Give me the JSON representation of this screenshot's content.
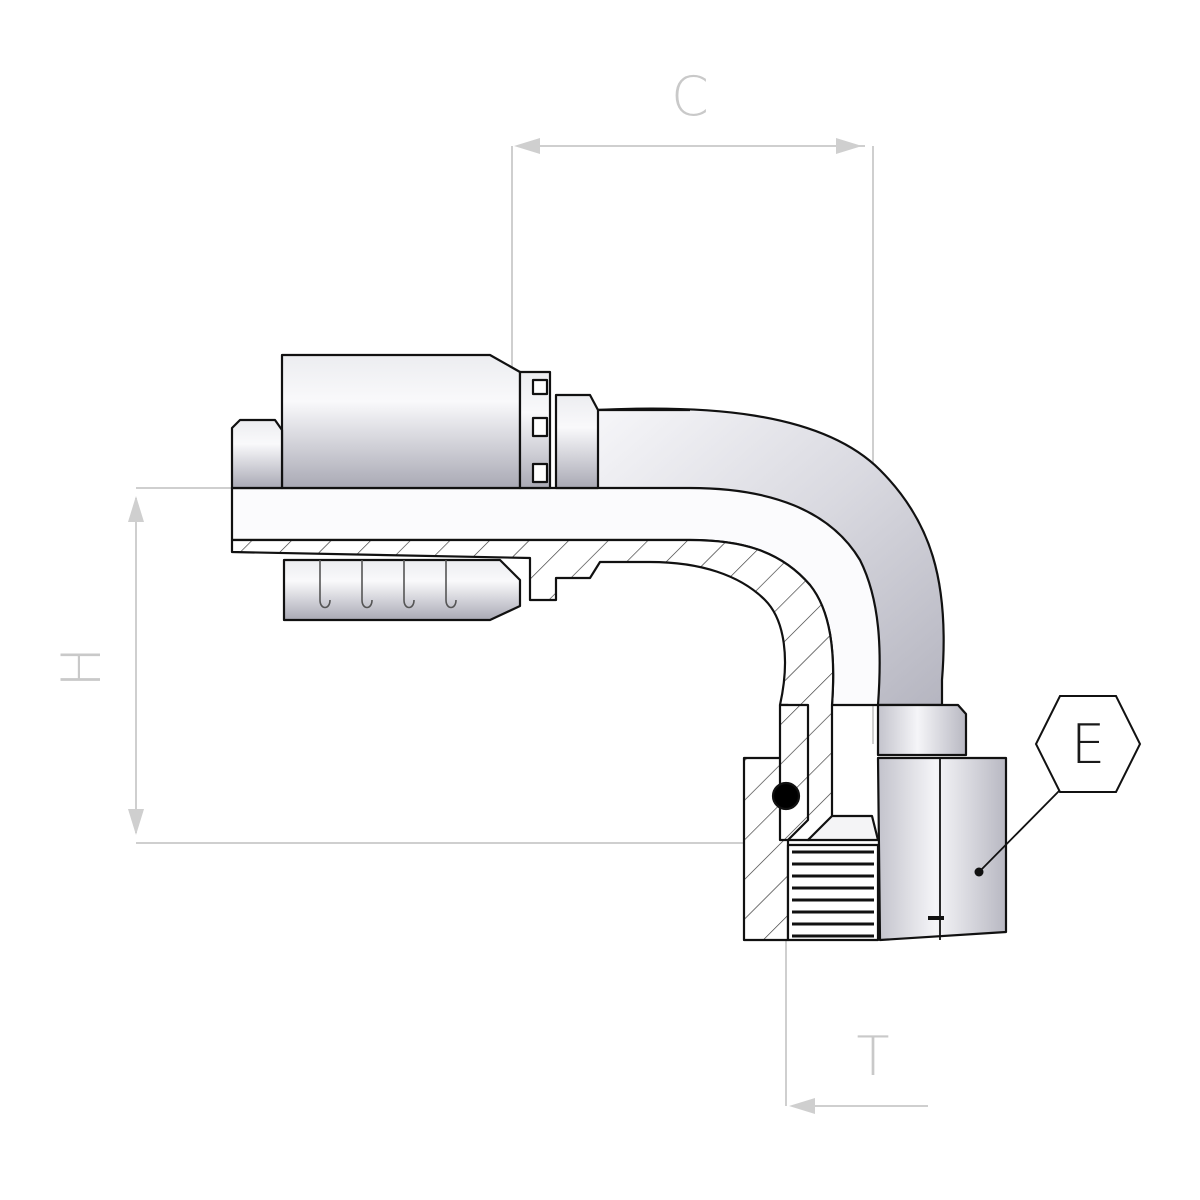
{
  "diagram": {
    "dimensions": {
      "c_label": "C",
      "h_label": "H",
      "t_label": "T",
      "e_label": "E"
    },
    "colors": {
      "dimension_line": "#cfcfcf",
      "outline": "#111111",
      "metal_light": "#f2f2f4",
      "metal_mid": "#c4c4cc",
      "metal_dark": "#9a9aa6"
    }
  }
}
